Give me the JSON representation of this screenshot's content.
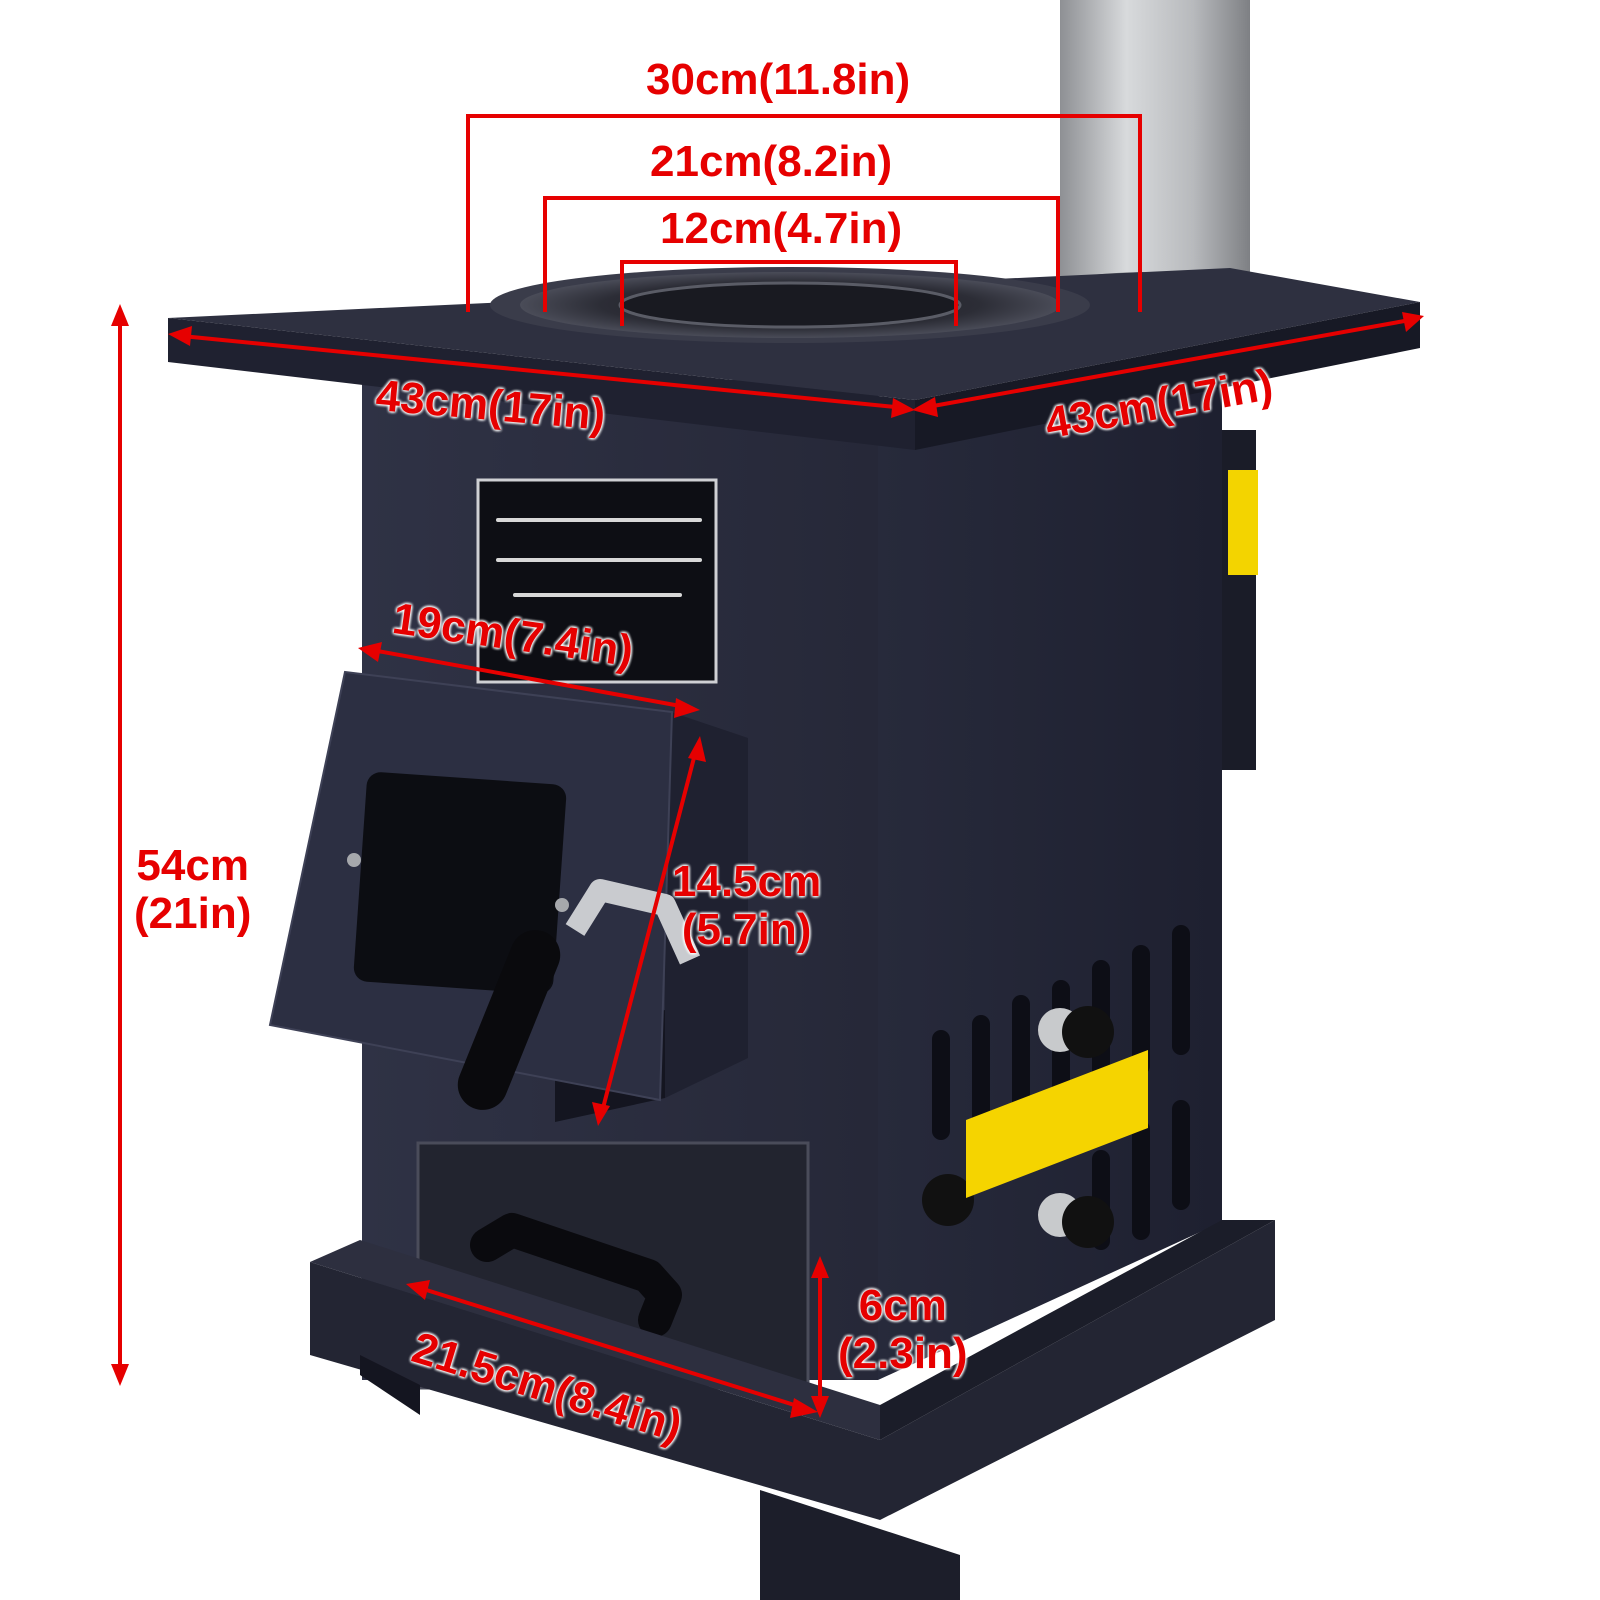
{
  "colors": {
    "dimension": "#e60000",
    "stove_body": "#2b2d3e",
    "stove_top": "#2e3040",
    "chimney": "#b5b7ba",
    "warning_label": "#f5d400"
  },
  "dimensions": {
    "chimney_outer": "30cm(11.8in)",
    "ring_middle": "21cm(8.2in)",
    "ring_inner": "12cm(4.7in)",
    "top_width_front": "43cm(17in)",
    "top_width_side": "43cm(17in)",
    "total_height_cm": "54cm",
    "total_height_in": "(21in)",
    "door_width": "19cm(7.4in)",
    "door_height_cm": "14.5cm",
    "door_height_in": "(5.7in)",
    "ash_drawer_height_cm": "6cm",
    "ash_drawer_height_in": "(2.3in)",
    "ash_drawer_width": "21.5cm(8.4in)"
  }
}
